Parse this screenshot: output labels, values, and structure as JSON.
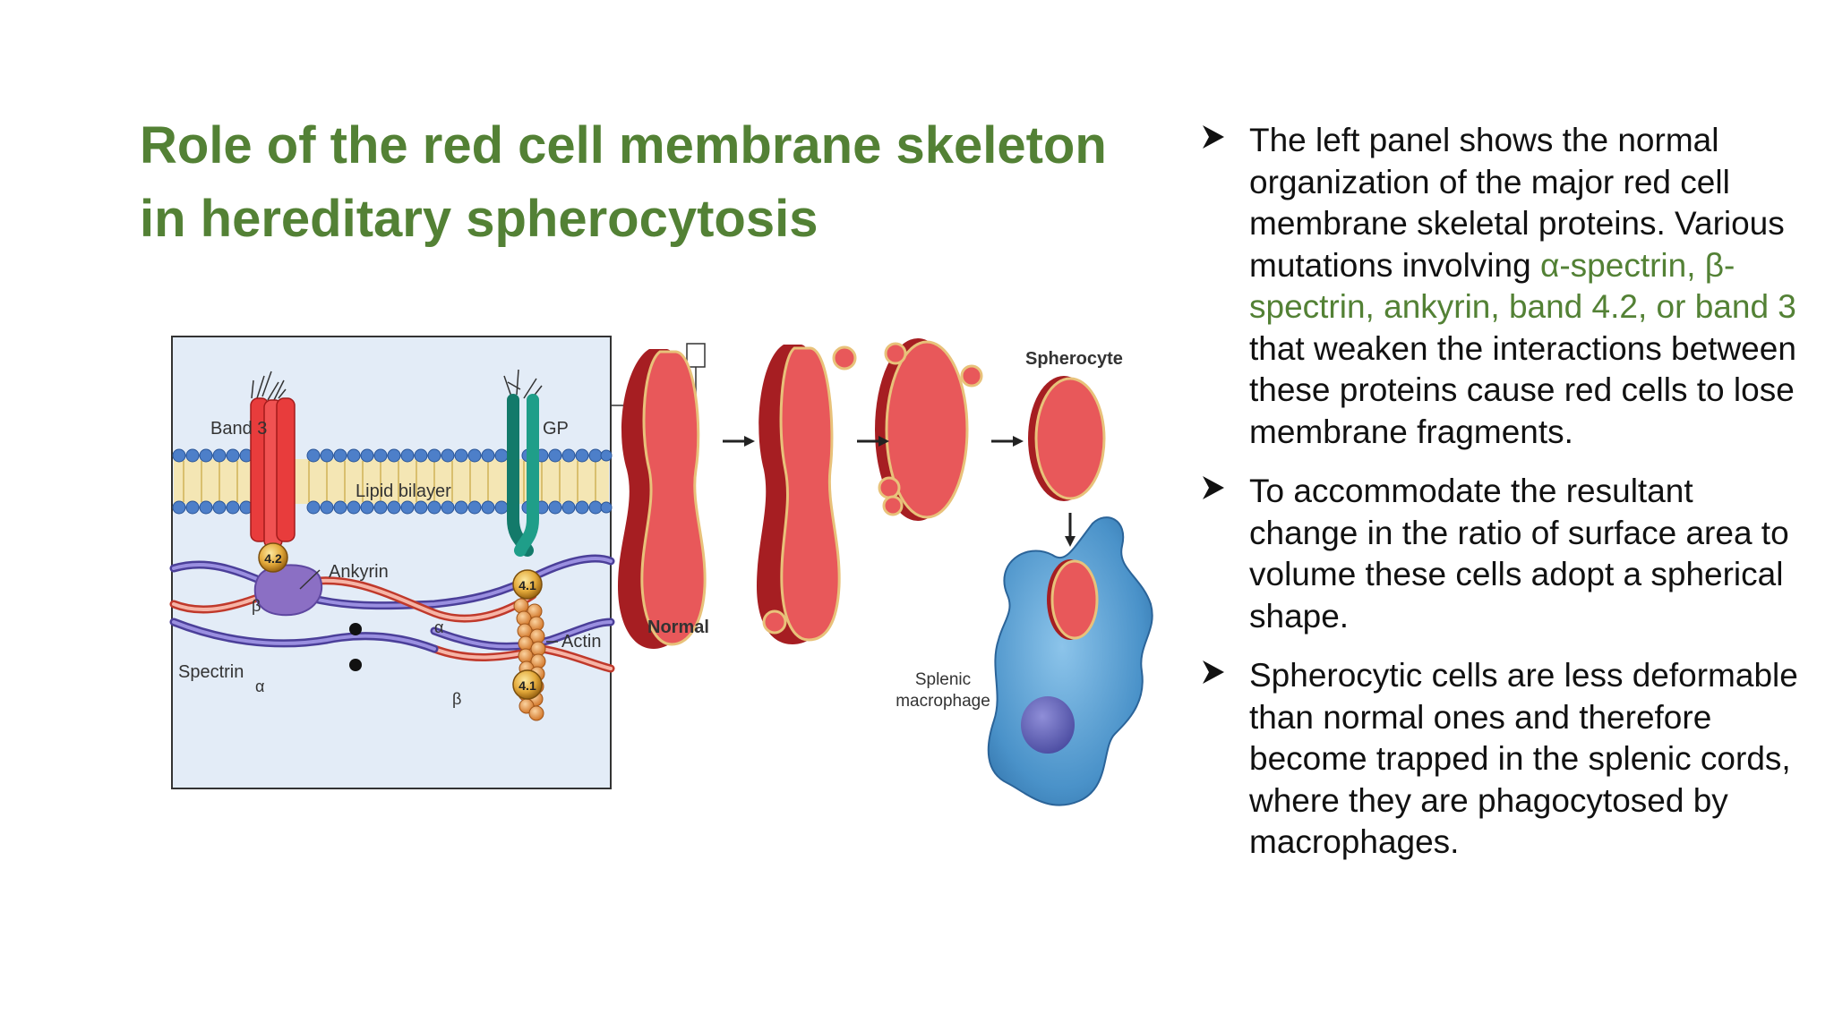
{
  "slide": {
    "title_line1": "Role of the red cell membrane skeleton",
    "title_line2": "in hereditary spherocytosis"
  },
  "figure": {
    "labels": {
      "band3": "Band 3",
      "gp": "GP",
      "lipid_bilayer": "Lipid bilayer",
      "ankyrin": "Ankyrin",
      "band42": "4.2",
      "band41a": "4.1",
      "band41b": "4.1",
      "actin": "Actin",
      "spectrin": "Spectrin",
      "alpha1": "α",
      "alpha2": "α",
      "beta1": "β",
      "beta2": "β",
      "normal": "Normal",
      "spherocyte": "Spherocyte",
      "splenic_macrophage_1": "Splenic",
      "splenic_macrophage_2": "macrophage"
    },
    "colors": {
      "panel_bg": "#e3ecf7",
      "band3": "#e83c3c",
      "gp": "#1f9e89",
      "ankyrin": "#8b6fc4",
      "rbc": "#e8585a",
      "rbc_dark": "#a61e22",
      "macrophage": "#4a92c9"
    }
  },
  "bullets": [
    {
      "pre": "The left panel shows the normal organization of the major red cell membrane skeletal proteins. Various mutations involving ",
      "highlight": "α-spectrin, β-spectrin, ankyrin, band 4.2, or band 3",
      "post": " that weaken the interactions between these proteins cause red cells to lose membrane fragments."
    },
    {
      "pre": "To accommodate the resultant change in the ratio of surface area to volume these cells adopt a spherical shape.",
      "highlight": "",
      "post": ""
    },
    {
      "pre": " Spherocytic cells are less deformable than normal ones and therefore become trapped in the splenic cords, where they are phagocytosed by macrophages.",
      "highlight": "",
      "post": ""
    }
  ],
  "icons": {
    "bullet": "arrowhead-bullet-icon"
  }
}
